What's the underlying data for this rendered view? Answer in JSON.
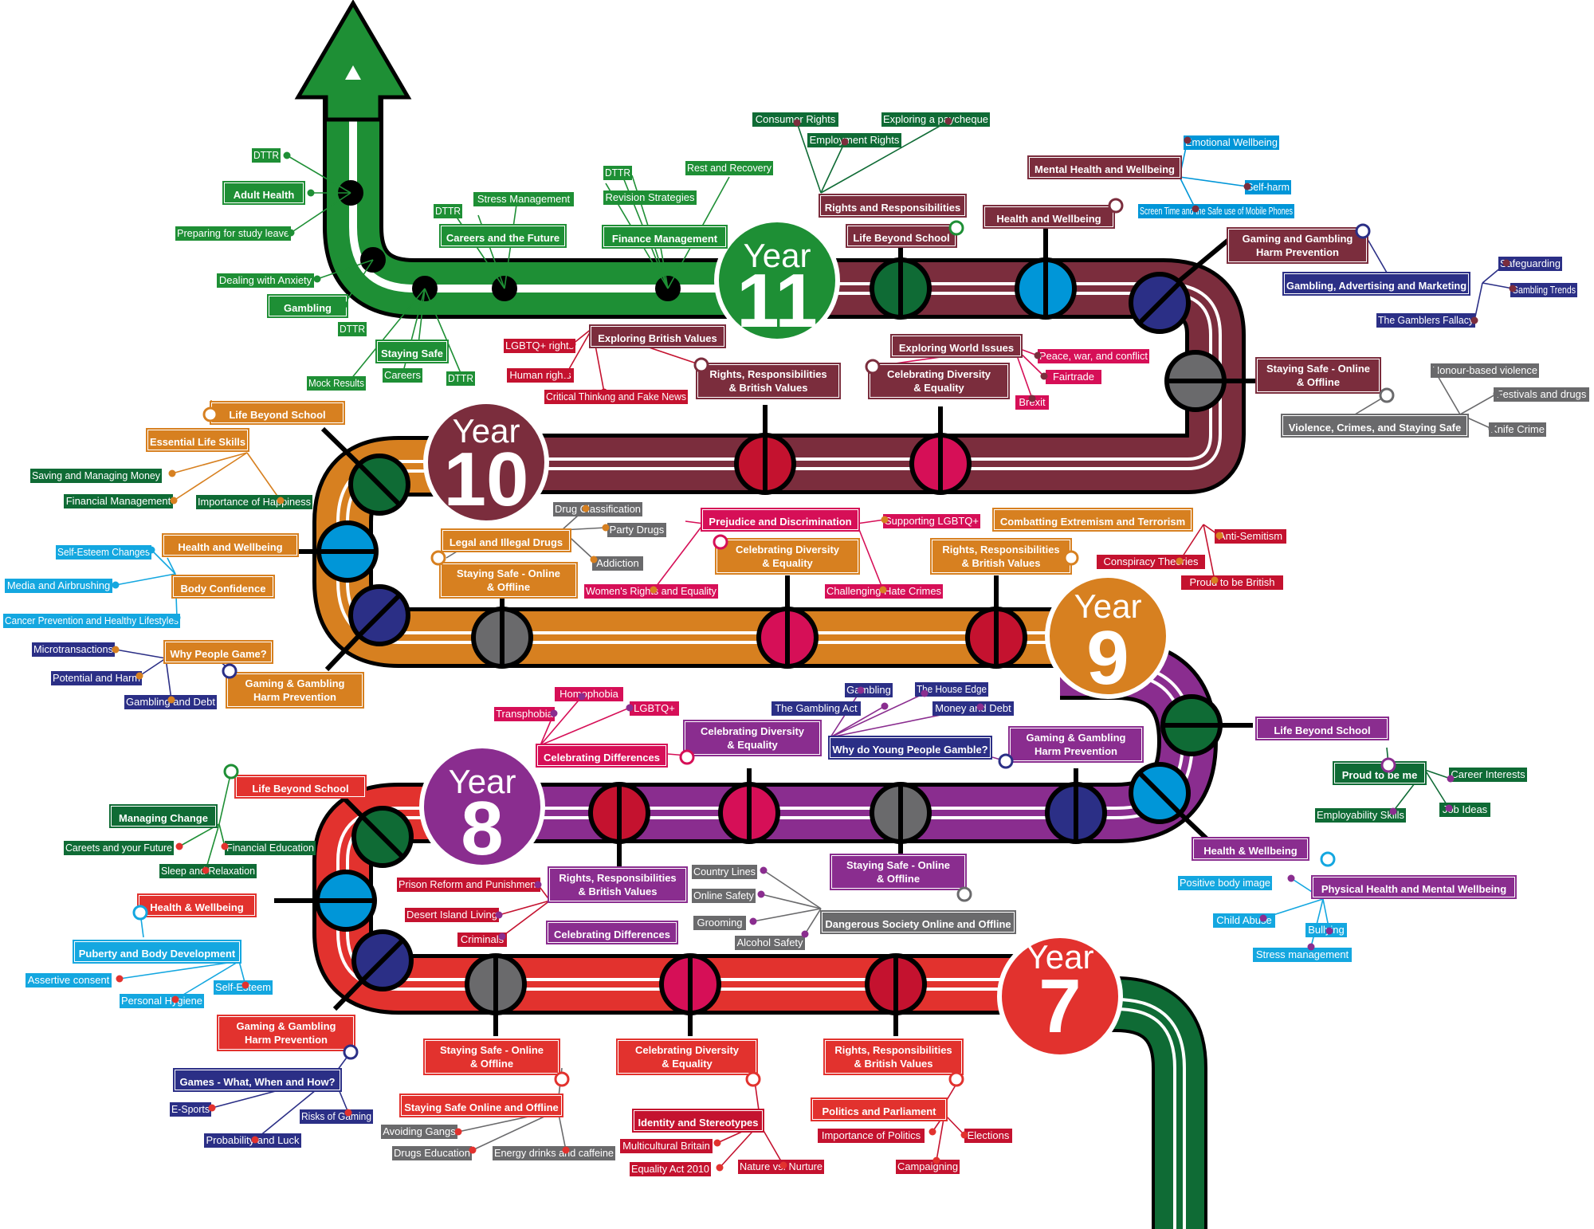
{
  "colors": {
    "y7": "#e2322e",
    "y8": "#8a2d8f",
    "y9": "#d78020",
    "y10": "#7b2d3d",
    "y11": "#1e8f35",
    "darkgreen": "#0f6b35",
    "blue": "#0096d8",
    "navy": "#2b2f86",
    "grey": "#6a6a6c",
    "crimson": "#c4122f",
    "pink": "#d60f57",
    "cyan": "#14a7e0"
  },
  "years": {
    "word": "Year",
    "y7": "7",
    "y8": "8",
    "y9": "9",
    "y10": "10",
    "y11": "11"
  },
  "y11": {
    "dttr": "DTTR",
    "adult_health": "Adult Health",
    "study_leave": "Preparing for study leave",
    "anxiety": "Dealing with Anxiety",
    "gambling": "Gambling",
    "mock_results": "Mock Results",
    "staying_safe": "Staying Safe",
    "careers": "Careers",
    "stress": "Stress Management",
    "careers_future": "Careers and the Future",
    "revision": "Revision Strategies",
    "finance": "Finance Management",
    "rest": "Rest and Recovery",
    "consumer_rights": "Consumer Rights",
    "employment_rights": "Employment Rights",
    "paycheque": "Exploring a paycheque",
    "rights_resp": "Rights and Responsibilities",
    "life_beyond": "Life Beyond School",
    "mh_wellbeing": "Mental Health and Wellbeing",
    "emotional": "Emotional Wellbeing",
    "self_harm": "Self-harm",
    "screen_time": "Screen Time and the Safe use of Mobile Phones",
    "health_wellbeing": "Health and Wellbeing",
    "ggh_1": "Gaming and Gambling",
    "ggh_2": "Harm Prevention",
    "gam_adv": "Gambling, Advertising and Marketing",
    "safeguarding": "Safeguarding",
    "gam_trends": "Gambling Trends",
    "fallacy": "The Gamblers Fallacy"
  },
  "y10": {
    "lgbtq": "LGBTQ+ rights",
    "human_rights": "Human rights",
    "exploring_bv": "Exploring British Values",
    "critical": "Critical Thinking and Fake News",
    "rrbv_1": "Rights, Responsibilities",
    "rrbv_2": "& British Values",
    "world_issues": "Exploring World Issues",
    "peace": "Peace, war, and conflict",
    "fairtrade": "Fairtrade",
    "brexit": "Brexit",
    "cde_1": "Celebrating Diversity",
    "cde_2": "& Equality",
    "ss_1": "Staying Safe - Online",
    "ss_2": "& Offline",
    "honour": "Honour-based violence",
    "festivals": "Festivals and drugs",
    "violence": "Violence, Crimes, and Staying Safe",
    "knife": "Knife Crime",
    "life_beyond": "Life Beyond School",
    "essential": "Essential Life Skills",
    "saving": "Saving and Managing Money",
    "fin_mgmt": "Financial Management",
    "happiness": "Importance of Happiness",
    "health_wellbeing": "Health and Wellbeing",
    "self_esteem": "Self-Esteem Changes",
    "media": "Media and Airbrushing",
    "body_conf": "Body Confidence",
    "cancer": "Cancer Prevention and Healthy Lifestyles",
    "microtrans": "Microtransactions",
    "why_game": "Why People Game?",
    "potential": "Potential and Harm",
    "debt": "Gambling and Debt",
    "ggh_1": "Gaming & Gambling",
    "ggh_2": "Harm Prevention"
  },
  "y9": {
    "drug_class": "Drug Classification",
    "party_drugs": "Party Drugs",
    "legal_drugs": "Legal and Illegal Drugs",
    "addiction": "Addiction",
    "ss_1": "Staying Safe - Online",
    "ss_2": "& Offline",
    "prejudice": "Prejudice and Discrimination",
    "supporting": "Supporting LGBTQ+",
    "cde_1": "Celebrating Diversity",
    "cde_2": "& Equality",
    "womens": "Women's Rights and Equality",
    "hate": "Challenging Hate Crimes",
    "extremism": "Combatting Extremism and Terrorism",
    "rrbv_1": "Rights, Responsibilities",
    "rrbv_2": "& British Values",
    "anti_semitism": "Anti-Semitism",
    "conspiracy": "Conspiracy Theories",
    "proud_british": "Proud to be British",
    "life_beyond": "Life Beyond School",
    "proud_me": "Proud to be me",
    "career_int": "Career Interests",
    "employability": "Employability Skills",
    "job_ideas": "Job Ideas",
    "gambling": "Gambling",
    "house_edge": "The House Edge",
    "gambling_act": "The Gambling Act",
    "money_debt": "Money and Debt",
    "why_young": "Why do Young People Gamble?",
    "ggh_1": "Gaming & Gambling",
    "ggh_2": "Harm Prevention",
    "cde_1b": "Celebrating Diversity",
    "cde_2b": "& Equality",
    "homophobia": "Homophobia",
    "transphobia": "Transphobia",
    "lgbtq": "LGBTQ+",
    "cel_diff": "Celebrating Differences"
  },
  "y8": {
    "life_beyond": "Life Beyond School",
    "managing": "Managing Change",
    "careers_future": "Careets and your Future",
    "fin_ed": "Financial Education",
    "sleep": "Sleep and Relaxation",
    "health_wellbeing": "Health & Wellbeing",
    "puberty": "Puberty and Body Development",
    "assertive": "Assertive consent",
    "self_esteem": "Self-Esteem",
    "hygiene": "Personal Hygiene",
    "ggh_1": "Gaming & Gambling",
    "ggh_2": "Harm Prevention",
    "games": "Games - What, When and How?",
    "esports": "E-Sports",
    "risks": "Risks of Gaming",
    "probability": "Probability and Luck",
    "prison": "Prison Reform and Punishment",
    "rrbv_1": "Rights, Responsibilities",
    "rrbv_2": "& British Values",
    "desert": "Desert Island Living",
    "criminals": "Criminals",
    "cel_diff": "Celebrating Differences",
    "county": "Country Lines",
    "online_safety": "Online Safety",
    "grooming": "Grooming",
    "alcohol": "Alcohol Safety",
    "ss_1": "Staying Safe - Online",
    "ss_2": "& Offline",
    "dangerous": "Dangerous Society Online and Offline",
    "hw_right": "Health & Wellbeing",
    "body_image": "Positive body image",
    "physical": "Physical Health and Mental Wellbeing",
    "child_abuse": "Child Abuse",
    "bullying": "Bullying",
    "stress_mgmt": "Stress management"
  },
  "y7": {
    "ss_1": "Staying Safe - Online",
    "ss_2": "& Offline",
    "ss_sub": "Staying Safe Online and Offline",
    "gangs": "Avoiding Gangs",
    "drugs_ed": "Drugs Education",
    "energy": "Energy drinks and caffeine",
    "cde_1": "Celebrating Diversity",
    "cde_2": "& Equality",
    "identity": "Identity and Stereotypes",
    "multicultural": "Multicultural Britain",
    "equality_act": "Equality Act 2010",
    "nature": "Nature vs. Nurture",
    "rrbv_1": "Rights, Responsibilities",
    "rrbv_2": "& British Values",
    "politics": "Politics and Parliament",
    "importance": "Importance of Politics",
    "elections": "Elections",
    "campaigning": "Campaigning"
  }
}
